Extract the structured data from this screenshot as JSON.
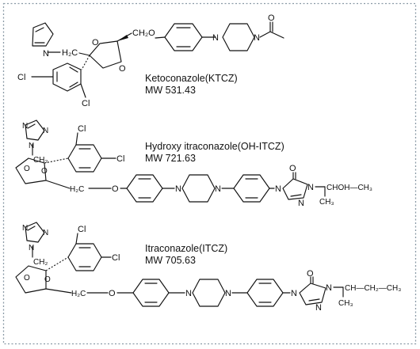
{
  "molecules": [
    {
      "name": "Ketoconazole(KTCZ)",
      "mw": "MW 531.43",
      "atoms": {
        "imid_n": "N",
        "ch2": "H₂C",
        "o1": "O",
        "o2": "O",
        "ch2o": "CH₂O",
        "pip_n1": "N",
        "pip_n2": "N",
        "acetyl_o": "O",
        "cl1": "Cl",
        "cl2": "Cl"
      }
    },
    {
      "name": "Hydroxy itraconazole(OH-ITCZ)",
      "mw": "MW 721.63",
      "atoms": {
        "tri_n1": "N",
        "tri_n2": "N",
        "tri_n3": "N",
        "ch2": "CH₂",
        "cl1": "Cl",
        "cl2": "Cl",
        "o1": "O",
        "o2": "O",
        "h2c": "H₂C",
        "o3": "O",
        "pip_n1": "N",
        "pip_n2": "N",
        "tz_n1": "N",
        "tz_n2": "N",
        "tz_n3": "N",
        "tz_o": "O",
        "chain": "CHOH—CH₃",
        "methyl": "CH₃"
      }
    },
    {
      "name": "Itraconazole(ITCZ)",
      "mw": "MW 705.63",
      "atoms": {
        "tri_n1": "N",
        "tri_n2": "N",
        "tri_n3": "N",
        "ch2": "CH₂",
        "cl1": "Cl",
        "cl2": "Cl",
        "o1": "O",
        "o2": "O",
        "h2c": "H₂C",
        "o3": "O",
        "pip_n1": "N",
        "pip_n2": "N",
        "tz_n1": "N",
        "tz_n2": "N",
        "tz_n3": "N",
        "tz_o": "O",
        "chain": "CH—CH₂—CH₃",
        "methyl": "CH₃"
      }
    }
  ]
}
